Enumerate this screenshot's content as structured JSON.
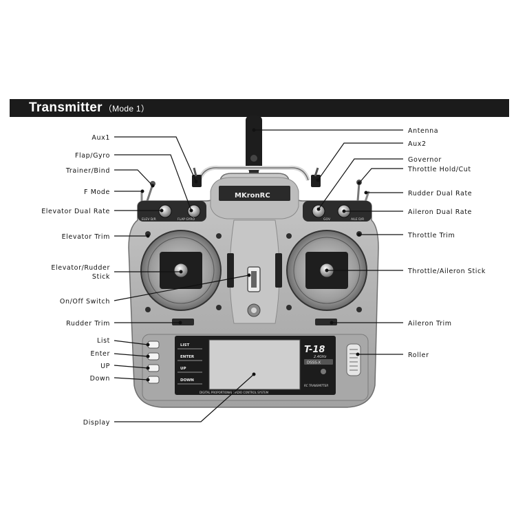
{
  "header": {
    "title": "Transmitter",
    "mode": "（Mode 1）"
  },
  "transmitter": {
    "brand": "MKronRC",
    "model": "T-18",
    "band": "2.4GHz",
    "system": "DIGITAL PROPORTIONAL RADIO CONTROL SYSTEM",
    "model_badge": "DSSS-X",
    "subtitle": "RC TRANSMITTER",
    "menu_buttons": [
      "LIST",
      "ENTER",
      "UP",
      "DOWN"
    ],
    "switch_labels": {
      "elev": "ELEV D/R",
      "flap": "FLAP GYRO",
      "gov": "GOV",
      "aile": "AILE D/R"
    }
  },
  "callouts": {
    "left": [
      {
        "id": "aux1",
        "text": "Aux1"
      },
      {
        "id": "flap-gyro",
        "text": "Flap/Gyro"
      },
      {
        "id": "trainer-bind",
        "text": "Trainer/Bind"
      },
      {
        "id": "f-mode",
        "text": "F Mode"
      },
      {
        "id": "elevator-dual-rate",
        "text": "Elevator Dual Rate"
      },
      {
        "id": "elevator-trim",
        "text": "Elevator Trim"
      },
      {
        "id": "elevator-rudder-stick",
        "text": "Elevator/Rudder",
        "text2": "Stick"
      },
      {
        "id": "on-off-switch",
        "text": "On/Off Switch"
      },
      {
        "id": "rudder-trim",
        "text": "Rudder Trim"
      },
      {
        "id": "list",
        "text": "List"
      },
      {
        "id": "enter",
        "text": "Enter"
      },
      {
        "id": "up",
        "text": "UP"
      },
      {
        "id": "down",
        "text": "Down"
      },
      {
        "id": "display",
        "text": "Display"
      }
    ],
    "right": [
      {
        "id": "antenna",
        "text": "Antenna"
      },
      {
        "id": "aux2",
        "text": "Aux2"
      },
      {
        "id": "governor",
        "text": "Governor"
      },
      {
        "id": "throttle-hold-cut",
        "text": "Throttle Hold/Cut"
      },
      {
        "id": "rudder-dual-rate",
        "text": "Rudder Dual Rate"
      },
      {
        "id": "aileron-dual-rate",
        "text": "Aileron Dual Rate"
      },
      {
        "id": "throttle-trim",
        "text": "Throttle Trim"
      },
      {
        "id": "throttle-aileron-stick",
        "text": "Throttle/Aileron Stick"
      },
      {
        "id": "aileron-trim",
        "text": "Aileron Trim"
      },
      {
        "id": "roller",
        "text": "Roller"
      }
    ]
  }
}
